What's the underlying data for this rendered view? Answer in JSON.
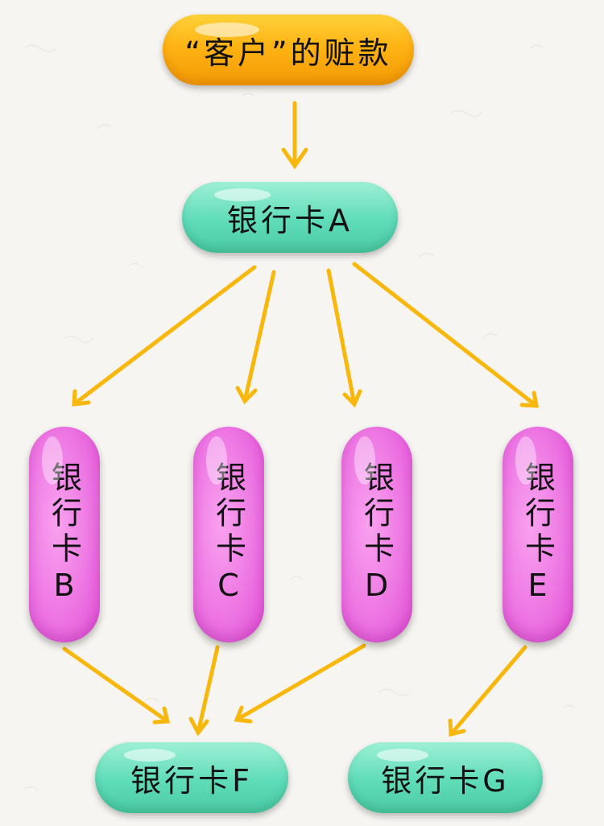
{
  "nodes": {
    "top": "“客户”的赃款",
    "card_a": "银行卡A",
    "card_b": "银行卡B",
    "card_c": "银行卡C",
    "card_d": "银行卡D",
    "card_e": "银行卡E",
    "card_f": "银行卡F",
    "card_g": "银行卡G"
  },
  "edges": [
    [
      "top",
      "card_a"
    ],
    [
      "card_a",
      "card_b"
    ],
    [
      "card_a",
      "card_c"
    ],
    [
      "card_a",
      "card_d"
    ],
    [
      "card_a",
      "card_e"
    ],
    [
      "card_b",
      "card_f"
    ],
    [
      "card_c",
      "card_f"
    ],
    [
      "card_d",
      "card_f"
    ],
    [
      "card_e",
      "card_g"
    ]
  ],
  "colors": {
    "top": "#fdb313",
    "teal": "#5fdcb8",
    "pink": "#f07fe6",
    "arrow": "#f8b70c",
    "background": "#f7f5f1"
  }
}
